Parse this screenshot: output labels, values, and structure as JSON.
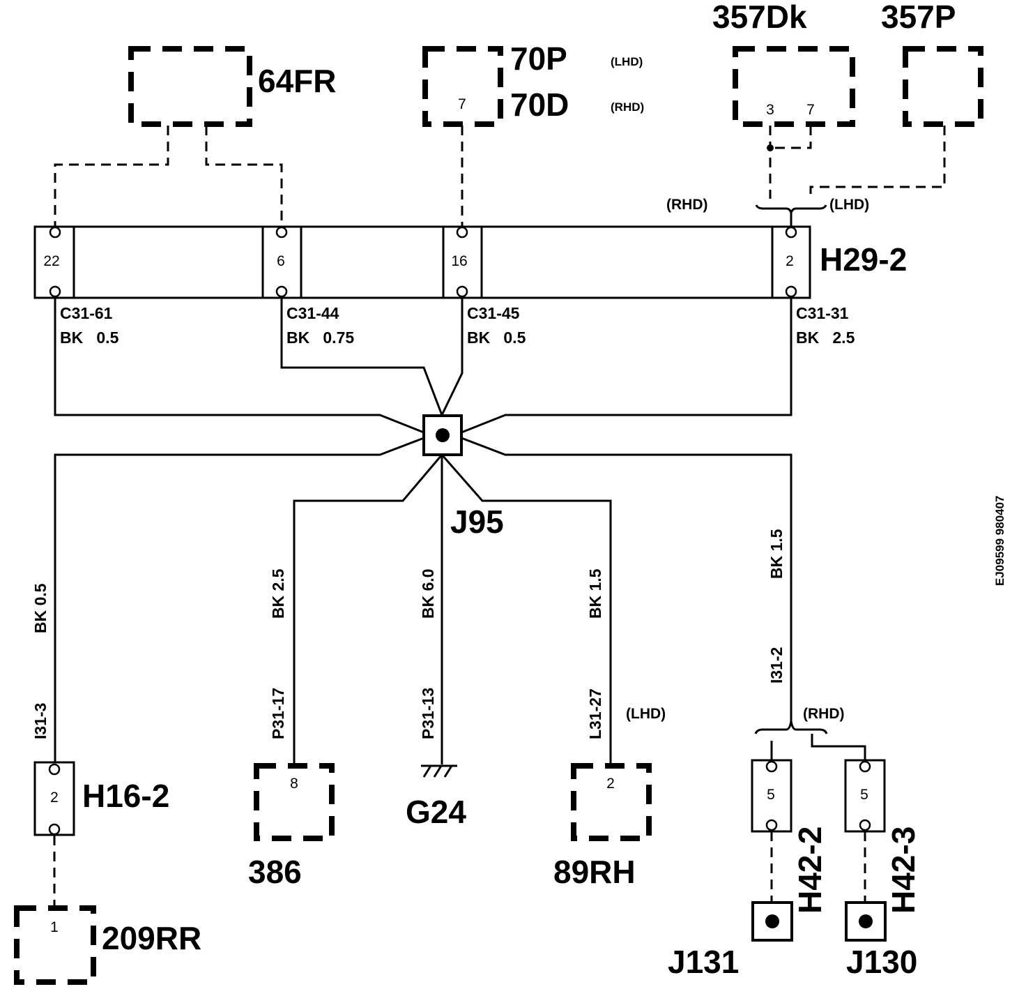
{
  "components": {
    "c64fr": "64FR",
    "c70p": "70P",
    "c70p_note": "(LHD)",
    "c70d": "70D",
    "c70d_note": "(RHD)",
    "c70_pin": "7",
    "c357dk": "357Dk",
    "c357dk_pin_a": "3",
    "c357dk_pin_b": "7",
    "c357p": "357P",
    "c386": "386",
    "c386_pin": "8",
    "c89rh": "89RH",
    "c89rh_pin": "2",
    "c209rr": "209RR",
    "c209rr_pin": "1"
  },
  "connector_h29": {
    "name": "H29-2",
    "pins": [
      "22",
      "6",
      "16",
      "2"
    ]
  },
  "connector_h16": {
    "name": "H16-2",
    "pin": "2"
  },
  "connector_h42_2": {
    "name": "H42-2",
    "pin": "5"
  },
  "connector_h42_3": {
    "name": "H42-3",
    "pin": "5"
  },
  "splices": {
    "j95": "J95",
    "j131": "J131",
    "j130": "J130"
  },
  "ground": {
    "name": "G24"
  },
  "notes": {
    "rhd_top": "(RHD)",
    "lhd_top": "(LHD)",
    "lhd_89": "(LHD)",
    "rhd_h42": "(RHD)"
  },
  "wires": {
    "c31_61": {
      "id": "C31-61",
      "spec": "BK   0.5"
    },
    "c31_44": {
      "id": "C31-44",
      "spec": "BK   0.75"
    },
    "c31_45": {
      "id": "C31-45",
      "spec": "BK   0.5"
    },
    "c31_31": {
      "id": "C31-31",
      "spec": "BK   2.5"
    },
    "i31_3": {
      "id": "I31-3",
      "spec": "BK 0.5"
    },
    "p31_17": {
      "id": "P31-17",
      "spec": "BK 2.5"
    },
    "p31_13": {
      "id": "P31-13",
      "spec": "BK 6.0"
    },
    "l31_27": {
      "id": "L31-27",
      "spec": "BK 1.5"
    },
    "i31_2": {
      "id": "I31-2",
      "spec": "BK 1.5"
    }
  },
  "diagram_id": "EJ09599 980407"
}
